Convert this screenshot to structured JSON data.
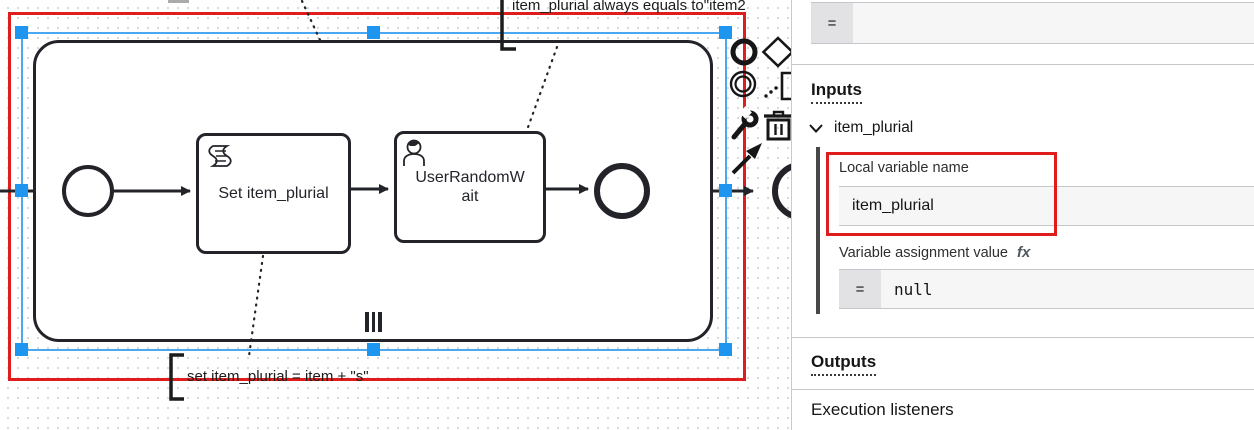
{
  "canvas": {
    "tasks": {
      "task1_label": "Set item_plurial",
      "task2_label_line1": "UserRandomW",
      "task2_label_line2": "ait"
    },
    "annotation_top": "item_plurial always equals to\"item2",
    "annotation_bottom": "set item_plurial = item + \"s\"",
    "context_pad_icons": [
      "append-end-event",
      "append-gateway",
      "append-intermediate-throw-event",
      "append-text-annotation",
      "change-element-wrench",
      "delete-trash",
      "connect-arrow"
    ]
  },
  "panel": {
    "top_field": {
      "prefix": "=",
      "value": ""
    },
    "inputs": {
      "heading": "Inputs",
      "item": {
        "name": "item_plurial",
        "local_variable_label": "Local variable name",
        "local_variable_value": "item_plurial",
        "assignment_label": "Variable assignment value",
        "fx_icon_label": "fx",
        "assignment_prefix": "=",
        "assignment_value": "null"
      }
    },
    "outputs_heading": "Outputs",
    "execution_listeners_heading": "Execution listeners"
  },
  "colors": {
    "selection_blue": "#4aa8f2",
    "handle_blue": "#1e96f0",
    "highlight_red": "#e01d1d",
    "shape_stroke": "#22242a"
  }
}
